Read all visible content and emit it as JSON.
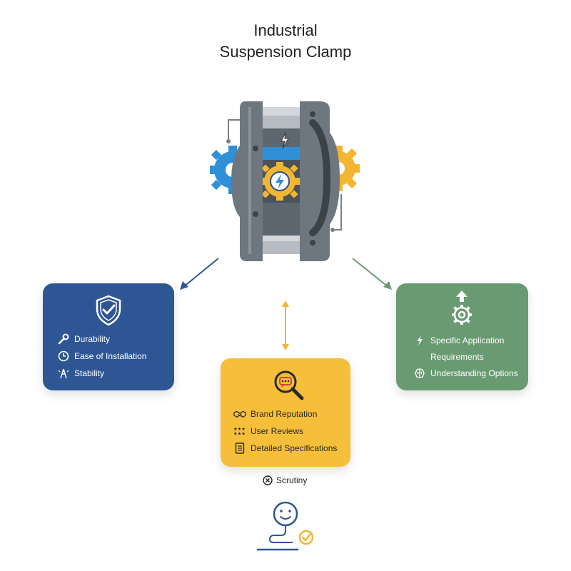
{
  "title": {
    "line1": "Industrial",
    "line2": "Suspension Clamp"
  },
  "colors": {
    "blue": "#2f5694",
    "yellow": "#f5bf3a",
    "green": "#6a9a72",
    "steel": "#6e7780",
    "accent_blue": "#2f8fd8",
    "gear_yellow": "#f2b632"
  },
  "cards": {
    "left": {
      "icon": "shield-check-icon",
      "items": [
        {
          "icon": "wrench-icon",
          "label": "Durability"
        },
        {
          "icon": "clock-icon",
          "label": "Ease of Installation"
        },
        {
          "icon": "tower-icon",
          "label": "Stability"
        }
      ]
    },
    "center": {
      "icon": "magnifier-chat-icon",
      "items": [
        {
          "icon": "handshake-icon",
          "label": "Brand Reputation"
        },
        {
          "icon": "stars-icon",
          "label": "User Reviews"
        },
        {
          "icon": "document-icon",
          "label": "Detailed Specifications"
        }
      ]
    },
    "right": {
      "icon": "gear-arrow-icon",
      "items": [
        {
          "icon": "bolt-icon",
          "label": "Specific Application"
        },
        {
          "icon": "",
          "label": "Requirements"
        },
        {
          "icon": "brain-icon",
          "label": "Understanding Options"
        }
      ]
    }
  },
  "footer": {
    "icon": "x-circle-icon",
    "label": "Scrutiny",
    "figure": "smiley-person-check-icon"
  }
}
